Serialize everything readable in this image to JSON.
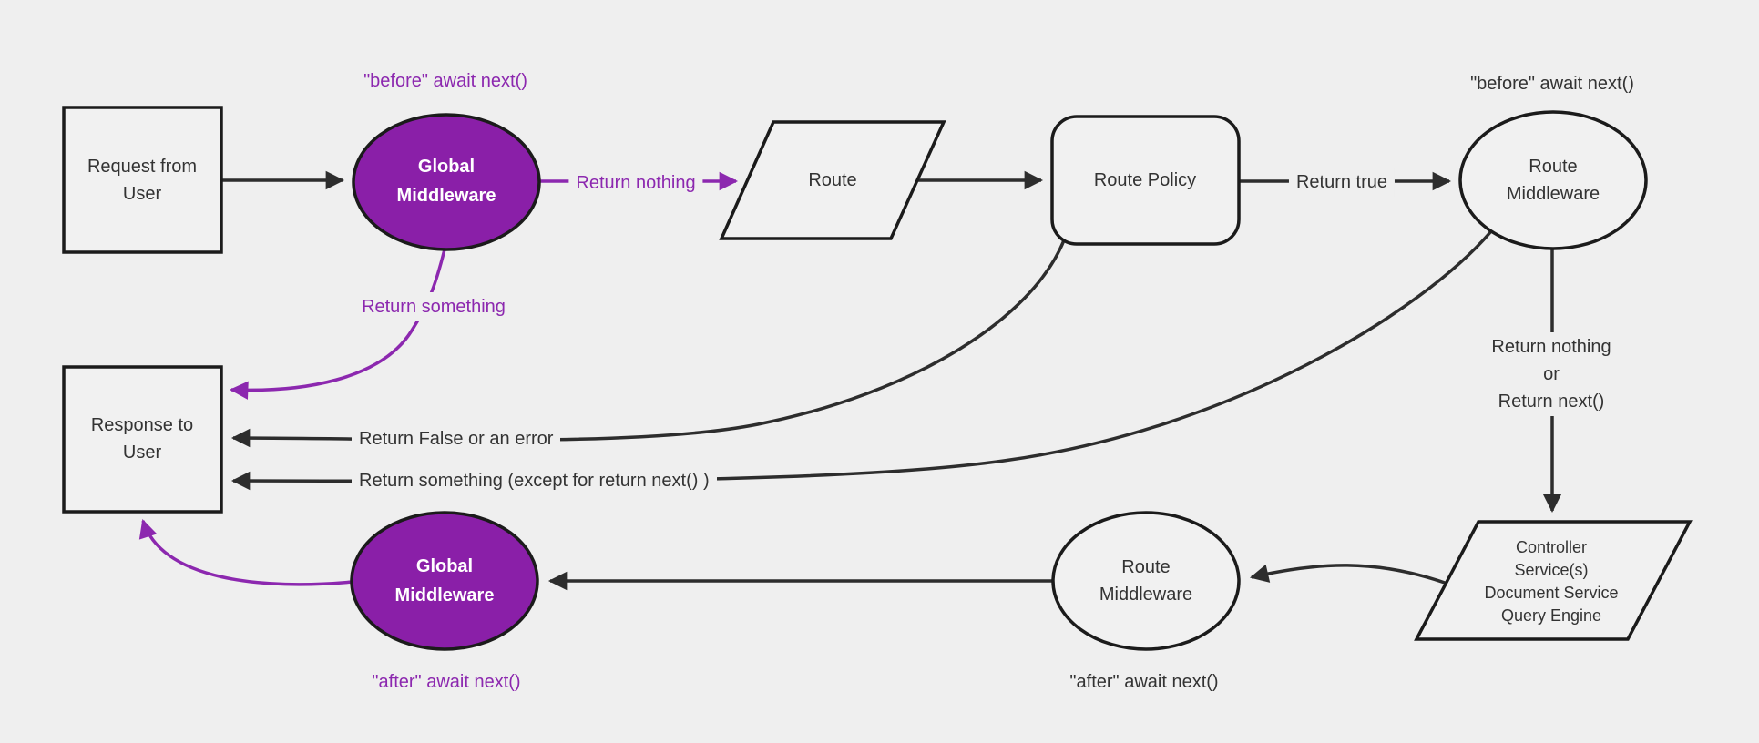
{
  "diagram": {
    "colors": {
      "bg": "#efefef",
      "shape_fill": "#f1f1f1",
      "shape_border": "#1b1b1b",
      "line_dark": "#2d2d2d",
      "purple_fill": "#8a1fa8",
      "purple_accent": "#8c28af",
      "text_dark": "#333333",
      "text_light": "#ffffff"
    },
    "nodes": {
      "request": {
        "label": "Request from\nUser"
      },
      "global_middleware_top": {
        "label": "Global\nMiddleware"
      },
      "route": {
        "label": "Route"
      },
      "route_policy": {
        "label": "Route Policy"
      },
      "route_middleware_top": {
        "label": "Route\nMiddleware"
      },
      "controller": {
        "label": "Controller\nService(s)\nDocument Service\nQuery Engine"
      },
      "route_middleware_bottom": {
        "label": "Route\nMiddleware"
      },
      "global_middleware_bottom": {
        "label": "Global\nMiddleware"
      },
      "response": {
        "label": "Response to\nUser"
      }
    },
    "edge_labels": {
      "before_await_global": "\"before\" await next()",
      "return_nothing": "Return nothing",
      "return_true": "Return true",
      "before_await_route": "\"before\" await next()",
      "return_nothing_or_next": "Return nothing\nor\nReturn next()",
      "return_false_or_error": "Return False or an error",
      "return_something_except": "Return something (except for return next() )",
      "return_something": "Return something",
      "after_await_global": "\"after\" await next()",
      "after_await_route": "\"after\" await next()"
    }
  }
}
